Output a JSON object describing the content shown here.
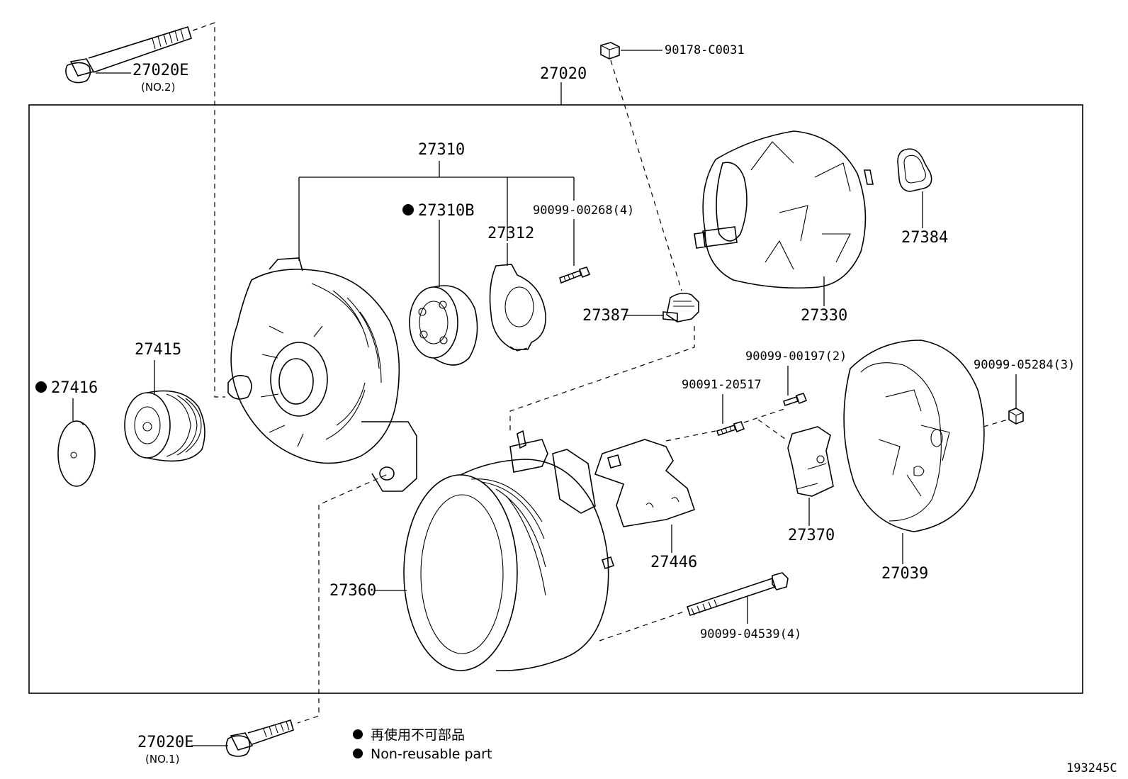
{
  "diagram": {
    "figure_code": "193245C",
    "assembly_label": "27020",
    "labels": {
      "bolt_no2": "27020E",
      "bolt_no2_note": "(NO.2)",
      "bolt_no1": "27020E",
      "bolt_no1_note": "(NO.1)",
      "nut_top": "90178-C0031",
      "frame_drive": "27310",
      "bearing": "27310B",
      "retainer": "27312",
      "screw_retainer": "90099-00268(4)",
      "rotor": "27330",
      "ring": "27384",
      "insulator": "27387",
      "pulley": "27415",
      "pulley_cap": "27416",
      "stator_rect": "27360",
      "screw_a": "90099-00197(2)",
      "screw_b": "90091-20517",
      "nut_cover": "90099-05284(3)",
      "plate": "27446",
      "brush_holder": "27370",
      "rear_cover": "27039",
      "through_bolt": "90099-04539(4)"
    },
    "legend": {
      "line_jp": "再使用不可部品",
      "line_en": "Non-reusable part"
    }
  }
}
